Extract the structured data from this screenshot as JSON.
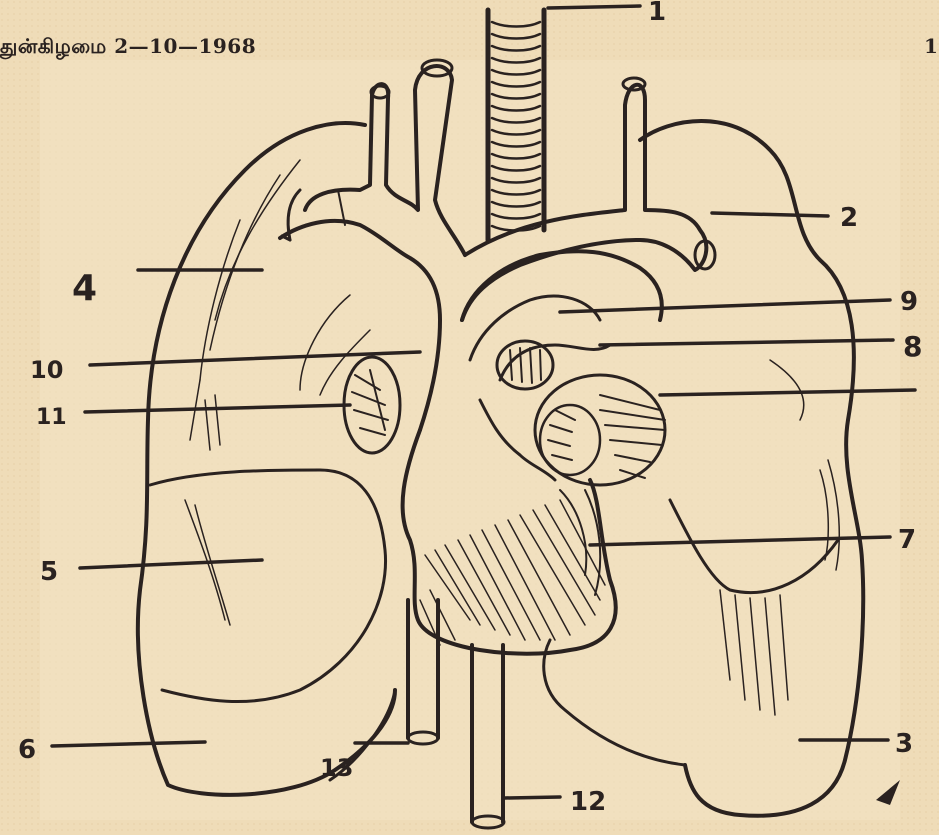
{
  "header": {
    "date_line": "துன்கிழமை 2—10—1968",
    "page_number": "1"
  },
  "diagram": {
    "subject": "heart-and-lungs",
    "labels": [
      "1",
      "2",
      "3",
      "4",
      "5",
      "6",
      "7",
      "8",
      "9",
      "10",
      "11",
      "12",
      "13"
    ]
  }
}
